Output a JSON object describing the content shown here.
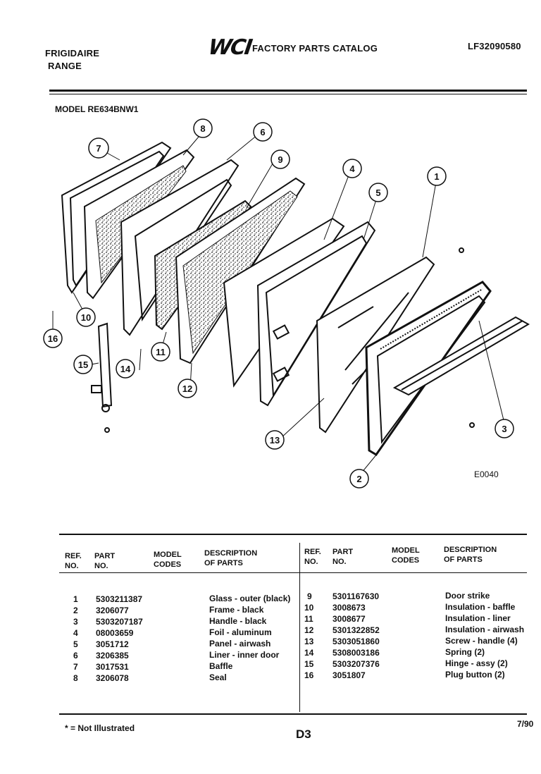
{
  "header": {
    "brand_line1": "FRIGIDAIRE",
    "brand_line2": "RANGE",
    "logo_text": "WCI",
    "catalog_title": "FACTORY PARTS CATALOG",
    "catalog_code": "LF32090580"
  },
  "model_label": "MODEL RE634BNW1",
  "figure": {
    "code": "E0040",
    "callouts": [
      "1",
      "2",
      "3",
      "4",
      "5",
      "6",
      "7",
      "8",
      "9",
      "10",
      "11",
      "12",
      "13",
      "14",
      "15",
      "16"
    ]
  },
  "table": {
    "headers": {
      "ref_no": [
        "REF.",
        "NO."
      ],
      "part_no": [
        "PART",
        "NO."
      ],
      "model_codes": [
        "MODEL",
        "CODES"
      ],
      "description": [
        "DESCRIPTION",
        "OF PARTS"
      ]
    },
    "left_rows": [
      {
        "ref": "1",
        "part": "5303211387",
        "desc": "Glass - outer (black)"
      },
      {
        "ref": "2",
        "part": "3206077",
        "desc": "Frame - black"
      },
      {
        "ref": "3",
        "part": "5303207187",
        "desc": "Handle - black"
      },
      {
        "ref": "4",
        "part": "08003659",
        "desc": "Foil - aluminum"
      },
      {
        "ref": "5",
        "part": "3051712",
        "desc": "Panel - airwash"
      },
      {
        "ref": "6",
        "part": "3206385",
        "desc": "Liner - inner door"
      },
      {
        "ref": "7",
        "part": "3017531",
        "desc": "Baffle"
      },
      {
        "ref": "8",
        "part": "3206078",
        "desc": "Seal"
      }
    ],
    "right_rows": [
      {
        "ref": "9",
        "part": "5301167630",
        "desc": "Door strike"
      },
      {
        "ref": "10",
        "part": "3008673",
        "desc": "Insulation - baffle"
      },
      {
        "ref": "11",
        "part": "3008677",
        "desc": "Insulation - liner"
      },
      {
        "ref": "12",
        "part": "5301322852",
        "desc": "Insulation - airwash"
      },
      {
        "ref": "13",
        "part": "5303051860",
        "desc": "Screw - handle (4)"
      },
      {
        "ref": "14",
        "part": "5308003186",
        "desc": "Spring (2)"
      },
      {
        "ref": "15",
        "part": "5303207376",
        "desc": "Hinge - assy (2)"
      },
      {
        "ref": "16",
        "part": "3051807",
        "desc": "Plug button (2)"
      }
    ]
  },
  "footer": {
    "footnote": "* = Not Illustrated",
    "page": "D3",
    "date": "7/90"
  }
}
